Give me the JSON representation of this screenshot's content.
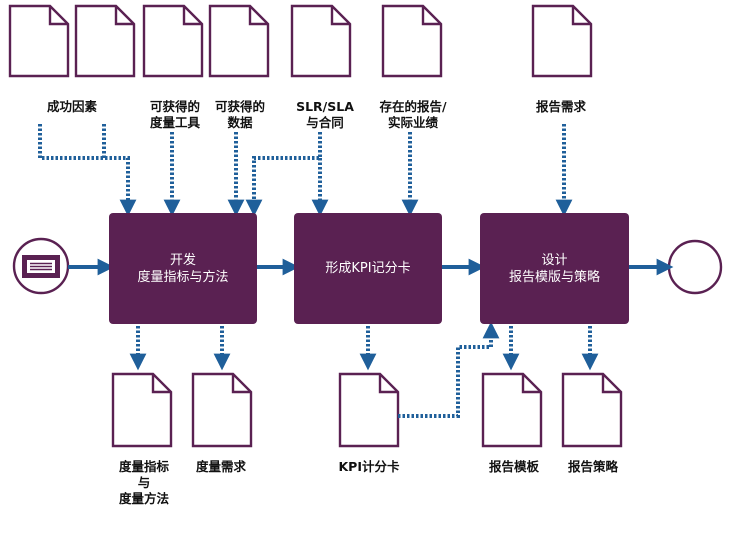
{
  "colors": {
    "process": "#5a2152",
    "connector": "#1f5f9a",
    "doc_outline": "#5a2152"
  },
  "icons": {
    "start": "list-icon",
    "end": "circle-icon",
    "document": "document-icon"
  },
  "inputs": [
    {
      "label": "成功因素"
    },
    {
      "label": "可获得的\n度量工具"
    },
    {
      "label": "可获得的\n数据"
    },
    {
      "label": "SLR/SLA\n与合同"
    },
    {
      "label": "存在的报告/\n实际业绩"
    },
    {
      "label": "报告需求"
    }
  ],
  "processes": [
    {
      "label": "开发\n度量指标与方法"
    },
    {
      "label": "形成KPI记分卡"
    },
    {
      "label": "设计\n报告模版与策略"
    }
  ],
  "outputs": [
    {
      "label": "度量指标\n与\n度量方法"
    },
    {
      "label": "度量需求"
    },
    {
      "label": "KPI计分卡"
    },
    {
      "label": "报告模板"
    },
    {
      "label": "报告策略"
    }
  ]
}
